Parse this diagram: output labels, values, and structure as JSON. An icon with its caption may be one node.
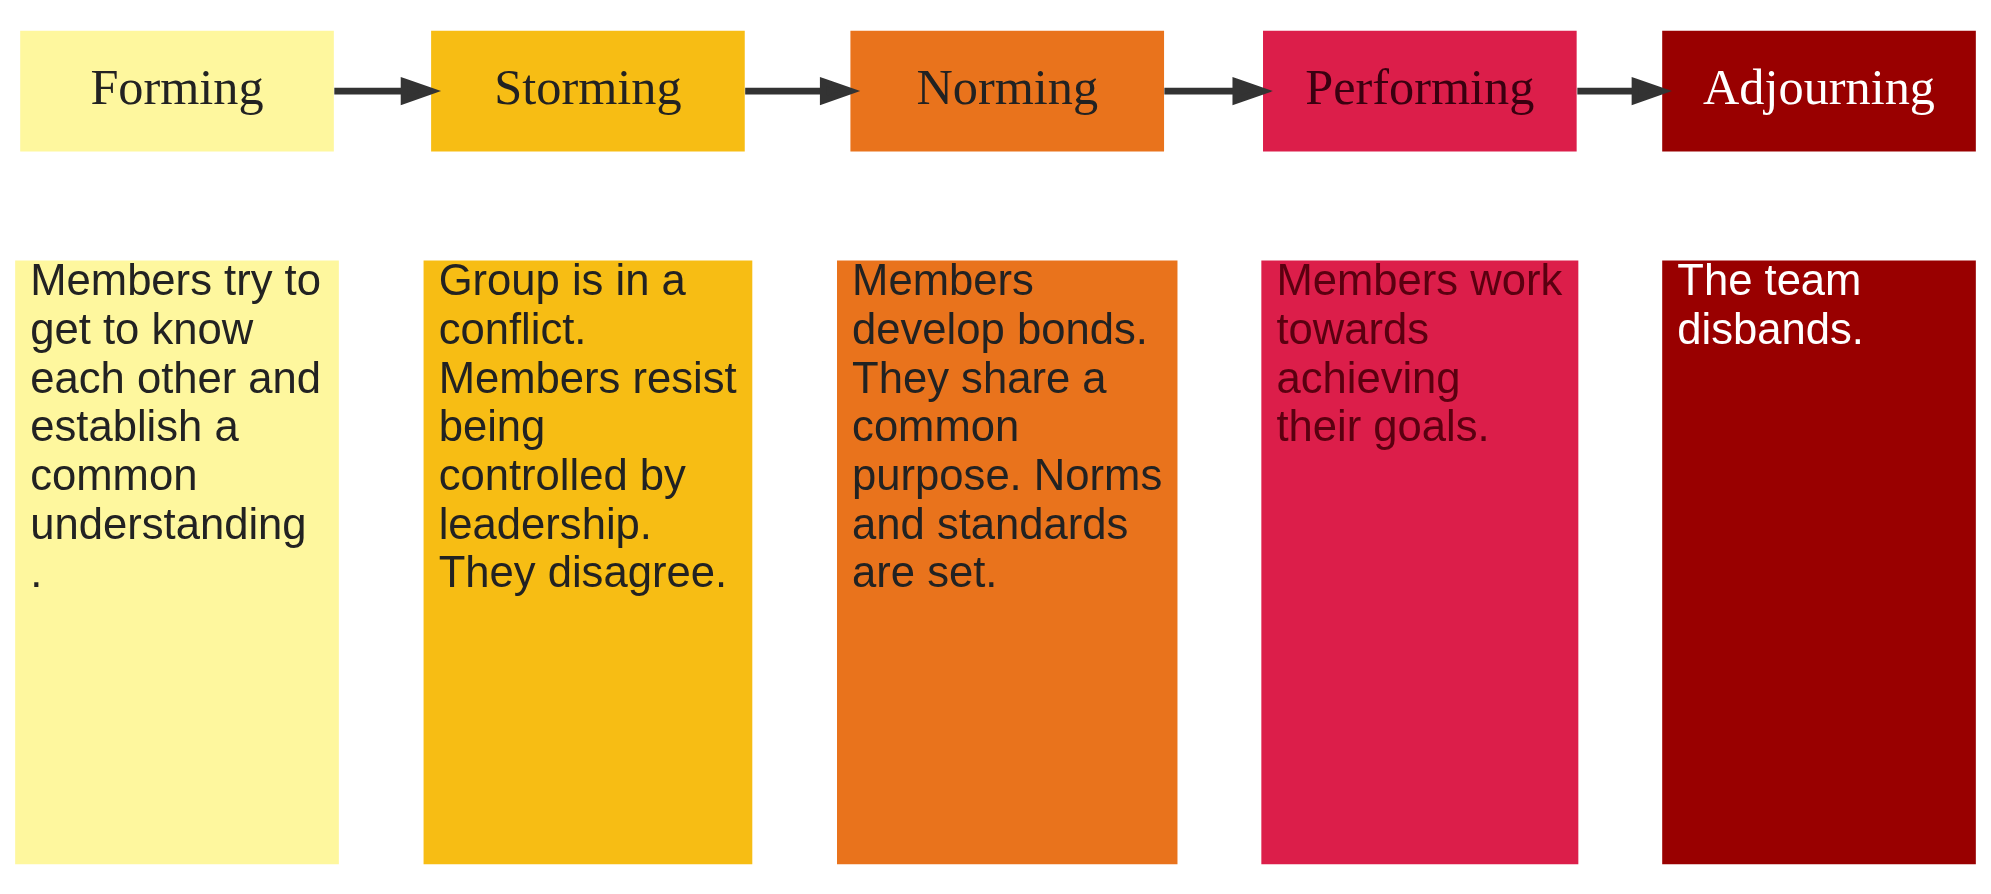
{
  "diagram": {
    "nodes": [
      {
        "text": [
          "Forming"
        ]
      },
      {
        "text": [
          "Storming"
        ]
      },
      {
        "text": [
          "Norming"
        ]
      },
      {
        "text": [
          "Performing"
        ]
      },
      {
        "text": [
          "Adjourning"
        ]
      },
      {
        "text": [
          "Members try to get to know each other and establish a common understanding ."
        ]
      },
      {
        "text": [
          "Group is in a conflict. Members resist being controlled by leadership. They disagree."
        ]
      },
      {
        "text": [
          "Members develop bonds. They share a common purpose. Norms and standards are set."
        ]
      },
      {
        "text": [
          "Members work towards achieving their goals."
        ]
      },
      {
        "text": [
          "The team disbands."
        ]
      }
    ],
    "edges": [
      {
        "from": 0,
        "to": 1,
        "arrow": "to"
      },
      {
        "from": 1,
        "to": 2,
        "arrow": "to"
      },
      {
        "from": 2,
        "to": 3,
        "arrow": "to"
      },
      {
        "from": 3,
        "to": 4,
        "arrow": "to"
      }
    ]
  }
}
